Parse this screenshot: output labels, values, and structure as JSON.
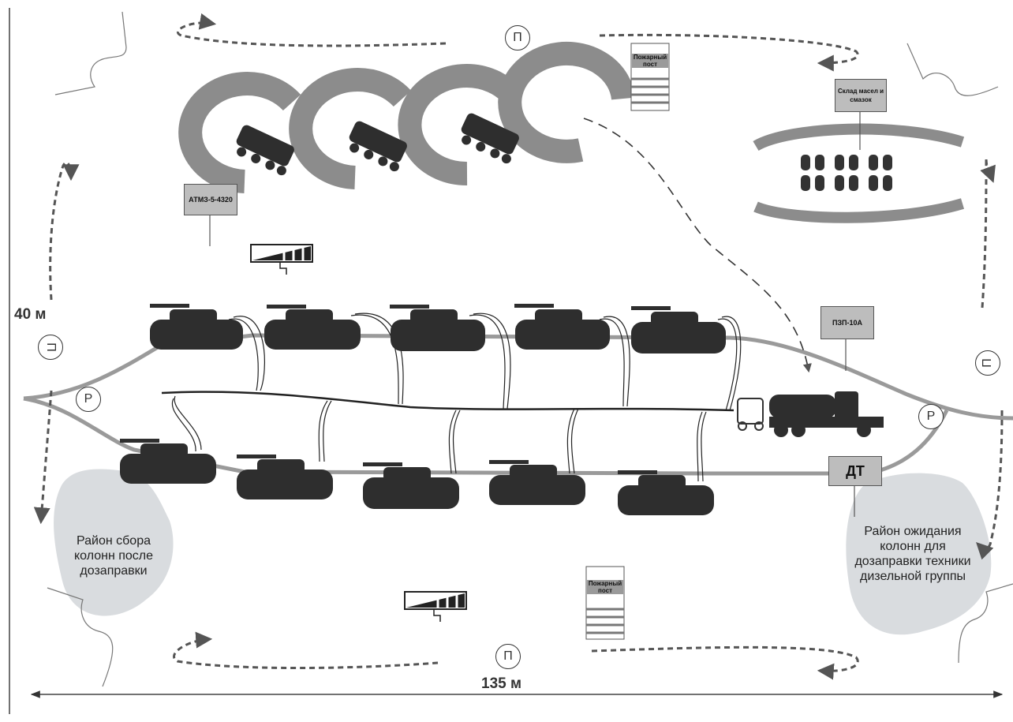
{
  "dimensions": {
    "height_label": "40 м",
    "width_label": "135 м"
  },
  "zones": {
    "assembly": "Район сбора колонн после дозаправки",
    "waiting": "Район ожидания колонн для дозаправки техники дизельной группы"
  },
  "signs": {
    "atmz": "АТМЗ-5-4320",
    "pzp": "ПЗП-10А",
    "dt": "ДТ",
    "oil_store": "Склад масел и смазок",
    "fire_post_top": "Пожарный пост",
    "fire_post_bottom": "Пожарный пост"
  },
  "markers": {
    "p": "П",
    "r": "Р"
  },
  "colors": {
    "road": "#9a9a9a",
    "zone_fill": "#d9dcdf",
    "vehicle": "#2e2e2e",
    "arrow": "#555555"
  }
}
